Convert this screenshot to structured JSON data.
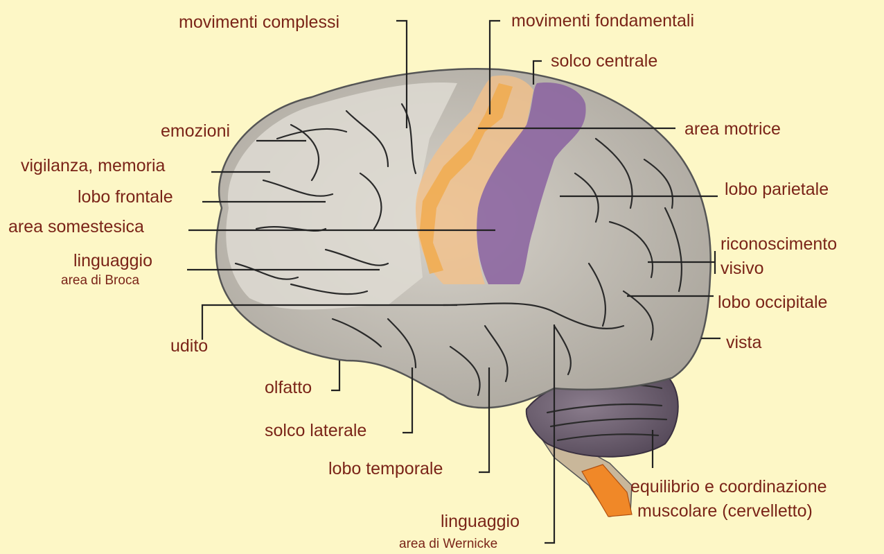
{
  "labels": {
    "movimenti_complessi": "movimenti complessi",
    "movimenti_fondamentali": "movimenti fondamentali",
    "solco_centrale": "solco centrale",
    "emozioni": "emozioni",
    "area_motrice": "area motrice",
    "vigilanza_memoria": "vigilanza, memoria",
    "lobo_frontale": "lobo frontale",
    "lobo_parietale": "lobo parietale",
    "area_somestesica": "area somestesica",
    "riconoscimento": "riconoscimento",
    "visivo": "visivo",
    "linguaggio_broca": "linguaggio",
    "area_broca": "area di Broca",
    "lobo_occipitale": "lobo occipitale",
    "udito": "udito",
    "vista": "vista",
    "olfatto": "olfatto",
    "solco_laterale": "solco laterale",
    "lobo_temporale": "lobo temporale",
    "equilibrio": "equilibrio e coordinazione",
    "muscolare": "muscolare (cervelletto)",
    "linguaggio_wernicke": "linguaggio",
    "area_wernicke": "area di Wernicke"
  },
  "colors": {
    "background": "#fdf7c6",
    "label_text": "#7a2418",
    "cortex": "#c4c0b8",
    "frontal_cortex": "#dedad2",
    "motor_area": "#f2a845",
    "somatosensory_area": "#8a62a0",
    "cerebellum": "#6a5c6c",
    "brainstem": "#f08828"
  }
}
